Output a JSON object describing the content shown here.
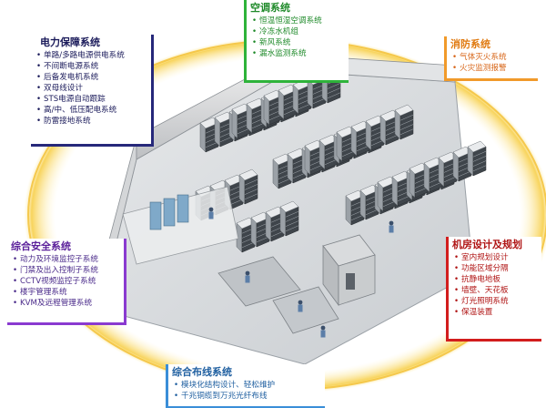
{
  "power": {
    "title": "电力保障系统",
    "items": [
      "单路/多路电源供电系统",
      "不间断电源系统",
      "后备发电机系统",
      "双母线设计",
      "STS电源自动跟踪",
      "高/中、低压配电系统",
      "防雷接地系统"
    ]
  },
  "hvac": {
    "title": "空调系统",
    "items": [
      "恒温恒湿空调系统",
      "冷冻水机组",
      "新风系统",
      "漏水监测系统"
    ]
  },
  "fire": {
    "title": "消防系统",
    "items": [
      "气体灭火系统",
      "火灾监测报警"
    ]
  },
  "security": {
    "title": "综合安全系统",
    "items": [
      "动力及环境监控子系统",
      "门禁及出入控制子系统",
      "CCTV视频监控子系统",
      "楼宇管理系统",
      "KVM及远程管理系统"
    ]
  },
  "room": {
    "title": "机房设计及规划",
    "items": [
      "室内规划设计",
      "功能区域分隔",
      "抗静电地板",
      "墙壁、天花板",
      "灯光照明系统",
      "保温装置"
    ]
  },
  "cabling": {
    "title": "综合布线系统",
    "items": [
      "模块化结构设计、轻松维护",
      "千兆铜缆到万兆光纤布线"
    ]
  },
  "colors": {
    "ring": "#f3c23a",
    "power": "#26287a",
    "hvac": "#2eb33a",
    "fire": "#f19a2a",
    "security": "#8a3ad0",
    "room": "#d21d1d",
    "cabling": "#3a8ed8"
  }
}
